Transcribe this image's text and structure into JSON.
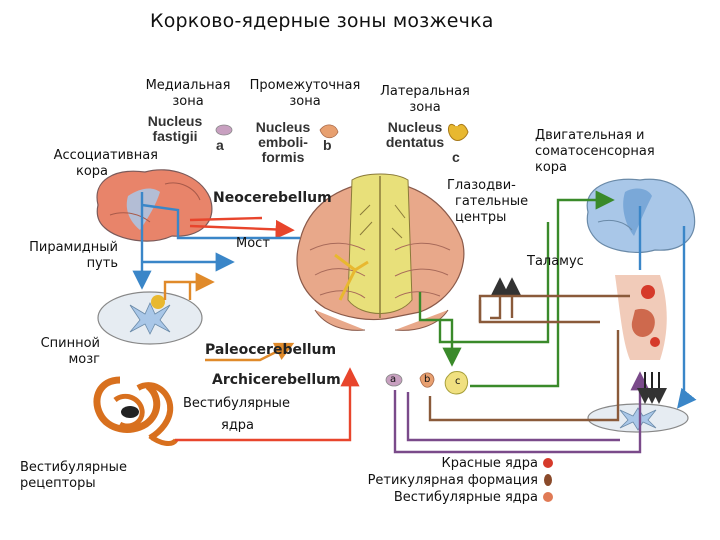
{
  "title": "Корково-ядерные зоны мозжечка",
  "zones": [
    {
      "name_line1": "Медиальная",
      "name_line2": "зона",
      "latin_line1": "Nucleus",
      "latin_line2": "fastigii",
      "latin_line3": "",
      "letter": "a"
    },
    {
      "name_line1": "Промежуточная",
      "name_line2": "зона",
      "latin_line1": "Nucleus",
      "latin_line2": "emboli-",
      "latin_line3": "formis",
      "letter": "b"
    },
    {
      "name_line1": "Латеральная",
      "name_line2": "зона",
      "latin_line1": "Nucleus",
      "latin_line2": "dentatus",
      "latin_line3": "",
      "letter": "c"
    }
  ],
  "labels": {
    "assoc_cortex_1": "Ассоциативная",
    "assoc_cortex_2": "кора",
    "pyramidal_1": "Пирамидный",
    "pyramidal_2": "путь",
    "spinal_1": "Спинной",
    "spinal_2": "мозг",
    "vest_receptors_1": "Вестибулярные",
    "vest_receptors_2": "рецепторы",
    "neocerebellum": "Neocerebellum",
    "paleocerebellum": "Paleocerebellum",
    "archicerebellum": "Archicerebellum",
    "pons": "Мост",
    "vest_nuclei_1": "Вестибулярные",
    "vest_nuclei_2": "ядра",
    "oculomotor_1": "Глазодви-",
    "oculomotor_2": "гательные",
    "oculomotor_3": "центры",
    "motor_cortex_1": "Двигательная и",
    "motor_cortex_2": "соматосенсорная",
    "motor_cortex_3": "кора",
    "thalamus": "Таламус"
  },
  "nucleus_letters": [
    "a",
    "b",
    "c"
  ],
  "legend": [
    {
      "label": "Красные ядра",
      "color": "#d63a2a"
    },
    {
      "label": "Ретикулярная формация",
      "color": "#8a4a2a"
    },
    {
      "label": "Вестибулярные ядра",
      "color": "#e07a55"
    }
  ],
  "colors": {
    "red_path": "#e8452c",
    "blue_path": "#3a86c8",
    "orange_path": "#e08a2a",
    "green_path": "#3a8a2a",
    "purple_path": "#7a4a8a",
    "brown_path": "#8a5a3a",
    "cerebellum": "#e8a88a",
    "vermis": "#e8e07a",
    "cortex": "#e8846a",
    "brain_blue": "#a9c7e8"
  }
}
